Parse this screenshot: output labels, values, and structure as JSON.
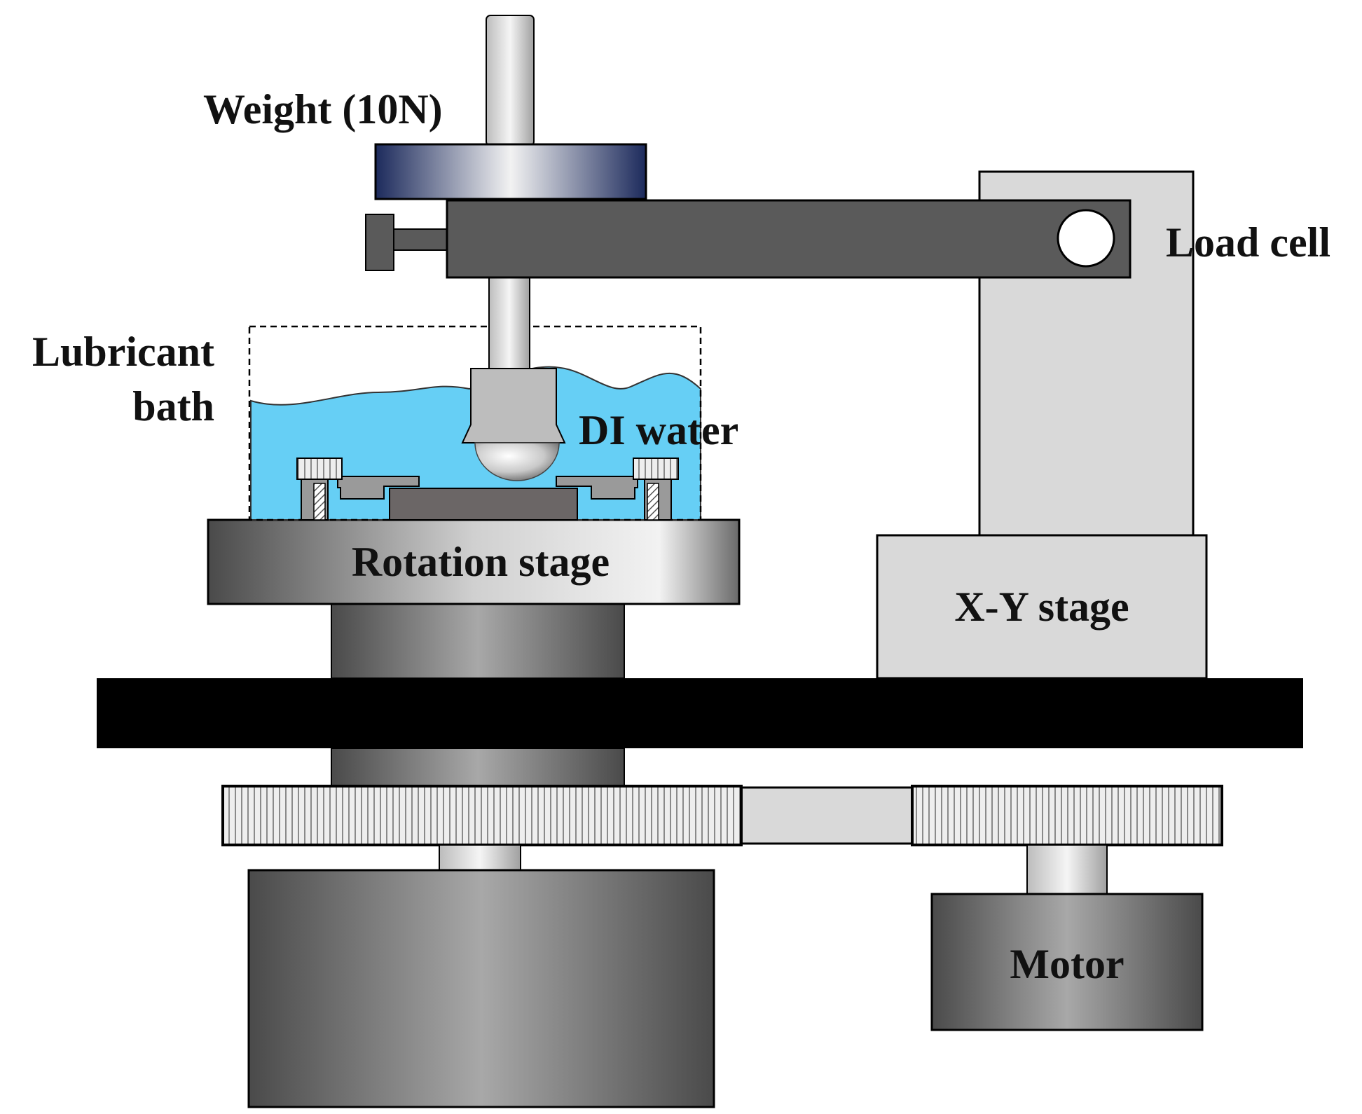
{
  "labels": {
    "weight": "Weight (10N)",
    "load_cell": "Load cell",
    "lubricant_bath_line1": "Lubricant",
    "lubricant_bath_line2": "bath",
    "di_water": "DI water",
    "rotation_stage": "Rotation stage",
    "xy_stage": "X-Y stage",
    "motor": "Motor"
  },
  "colors": {
    "water": "#66cff5",
    "arm": "#5a5a5a",
    "xy_column": "#d9d9d9",
    "base_plate": "#000000",
    "weight_dark": "#1c2a5c",
    "belt": "#d9d9d9"
  }
}
